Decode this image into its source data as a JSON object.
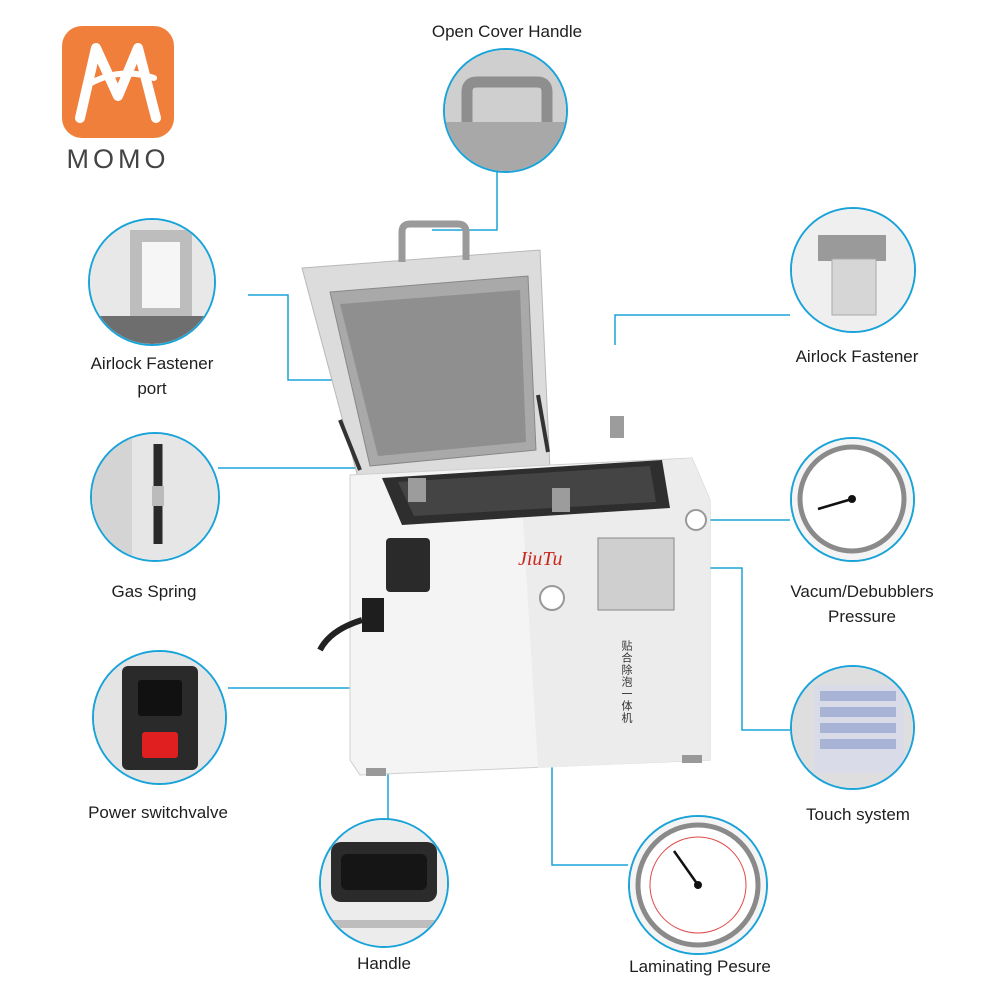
{
  "brand": {
    "name": "MOMO",
    "logo_color": "#f07f3c"
  },
  "machine": {
    "brand_mark": "JiuTu",
    "panel_text": "贴合除泡一体机"
  },
  "callouts": {
    "open_cover_handle": "Open Cover Handle",
    "airlock_port_line1": "Airlock Fastener",
    "airlock_port_line2": "port",
    "airlock_fastener": "Airlock Fastener",
    "gas_spring": "Gas Spring",
    "vacuum_line1": "Vacum/Debubblers",
    "vacuum_line2": "Pressure",
    "power_switch": "Power switchvalve",
    "touch_system": "Touch system",
    "handle": "Handle",
    "laminating_pressure": "Laminating Pesure"
  },
  "colors": {
    "accent": "#1aa3d8",
    "switch_red": "#e02020"
  }
}
